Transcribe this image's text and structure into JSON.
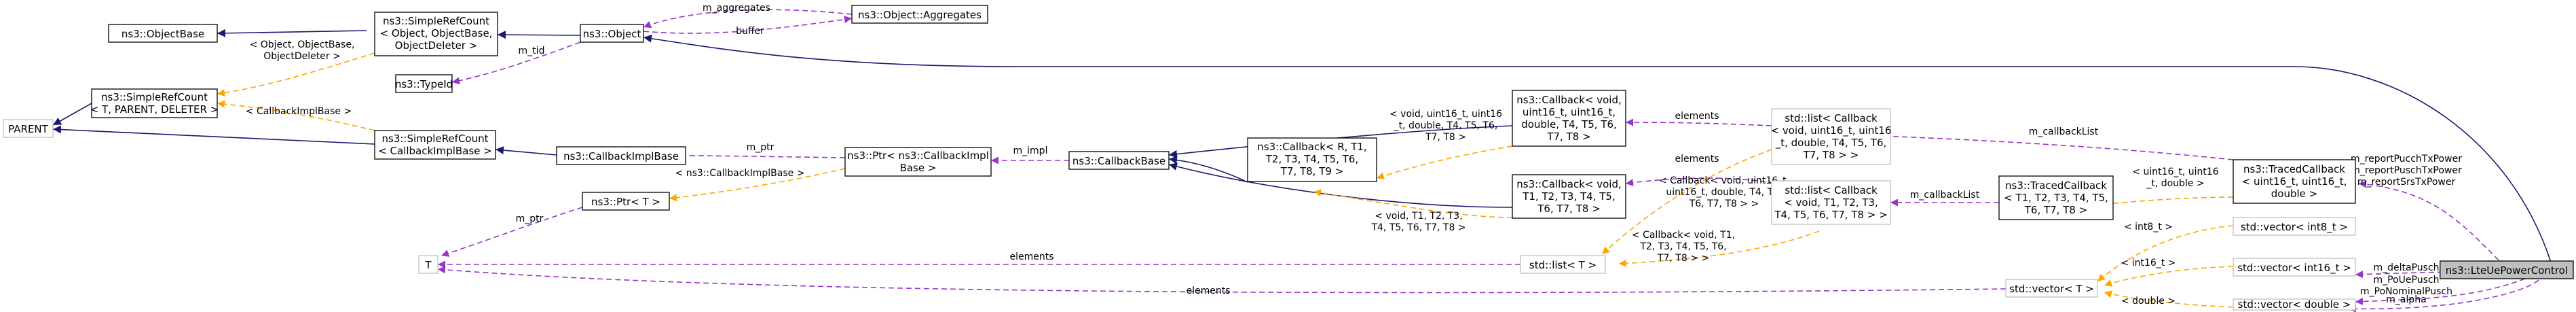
{
  "colors": {
    "inheritance": "#191970",
    "usage": "#9a32cd",
    "template": "#ffa500",
    "focus_fill": "#bfbfbf",
    "faint_border": "#bfbfbf"
  },
  "nodes": {
    "parent": [
      "PARENT"
    ],
    "object_base": [
      "ns3::ObjectBase"
    ],
    "simple_ref_count_object": [
      "ns3::SimpleRefCount",
      "< Object, ObjectBase,",
      "ObjectDeleter >"
    ],
    "object": [
      "ns3::Object"
    ],
    "aggregates": [
      "ns3::Object::Aggregates"
    ],
    "type_id": [
      "ns3::TypeId"
    ],
    "simple_ref_count_template": [
      "ns3::SimpleRefCount",
      "< T, PARENT, DELETER >"
    ],
    "simple_ref_count_cbimpl": [
      "ns3::SimpleRefCount",
      "< CallbackImplBase >"
    ],
    "callback_impl_base": [
      "ns3::CallbackImplBase"
    ],
    "ptr_cbimpl": [
      "ns3::Ptr< ns3::CallbackImpl",
      "Base >"
    ],
    "ptr_t": [
      "ns3::Ptr< T >"
    ],
    "callback_base": [
      "ns3::CallbackBase"
    ],
    "callback_template": [
      "ns3::Callback< R, T1,",
      "T2, T3, T4, T5, T6,",
      "T7, T8, T9 >"
    ],
    "callback_void_uint16": [
      "ns3::Callback< void,",
      "uint16_t, uint16_t,",
      "double, T4, T5, T6,",
      "T7, T8 >"
    ],
    "callback_void_t1": [
      "ns3::Callback< void,",
      "T1, T2, T3, T4, T5,",
      "T6, T7, T8 >"
    ],
    "t_param": [
      "T"
    ],
    "list_t": [
      "std::list< T >"
    ],
    "list_callback_uint16": [
      "std::list< Callback",
      "< void, uint16_t, uint16",
      "_t, double, T4, T5, T6,",
      "T7, T8 > >"
    ],
    "list_callback_t1": [
      "std::list< Callback",
      "< void, T1, T2, T3,",
      "T4, T5, T6, T7, T8 > >"
    ],
    "traced_callback_template": [
      "ns3::TracedCallback",
      "< T1, T2, T3, T4, T5,",
      "T6, T7, T8 >"
    ],
    "vector_t": [
      "std::vector< T >"
    ],
    "traced_callback_uint16": [
      "ns3::TracedCallback",
      "< uint16_t, uint16_t,",
      "double >"
    ],
    "vector_int8": [
      "std::vector< int8_t >"
    ],
    "vector_int16": [
      "std::vector< int16_t >"
    ],
    "vector_double": [
      "std::vector< double >"
    ],
    "lte_ue_power_control": [
      "ns3::LteUePowerControl"
    ]
  },
  "edge_labels": {
    "m_aggregates": [
      "m_aggregates"
    ],
    "buffer": [
      "buffer"
    ],
    "m_tid": [
      "m_tid"
    ],
    "object_deleter": [
      "< Object, ObjectBase,",
      "ObjectDeleter >"
    ],
    "cbimpl_base": [
      "< CallbackImplBase >"
    ],
    "m_ptr_cbimpl": [
      "m_ptr"
    ],
    "ns3_cbimpl": [
      "< ns3::CallbackImplBase >"
    ],
    "m_impl": [
      "m_impl"
    ],
    "m_ptr_t": [
      "m_ptr"
    ],
    "cb_uint16_template": [
      "< void, uint16_t, uint16",
      "_t, double, T4, T5, T6,",
      "T7, T8 >"
    ],
    "cb_t1_template": [
      "< void, T1, T2, T3,",
      "T4, T5, T6, T7, T8 >"
    ],
    "elements_uint16": [
      "elements"
    ],
    "elements_t1": [
      "elements"
    ],
    "list_t_template": [
      "< Callback< void, uint16_t,",
      "uint16_t, double, T4, T5,",
      "T6, T7, T8 > >"
    ],
    "list_t1_template": [
      "< Callback< void, T1,",
      "T2, T3, T4, T5, T6,",
      "T7, T8 > >"
    ],
    "elements_list": [
      "elements"
    ],
    "elements_vector": [
      "elements"
    ],
    "m_callback_list_uint16": [
      "m_callbackList"
    ],
    "m_callback_list_t1": [
      "m_callbackList"
    ],
    "traced_template": [
      "< uint16_t, uint16",
      "_t, double >"
    ],
    "int8_template": [
      "< int8_t >"
    ],
    "int16_template": [
      "< int16_t >"
    ],
    "double_template": [
      "< double >"
    ],
    "report_labels": [
      "m_reportPucchTxPower",
      "m_reportPuschTxPower",
      "m_reportSrsTxPower"
    ],
    "m_delta_pusch": [
      "m_deltaPusch"
    ],
    "m_po_labels": [
      "m_PoUePusch",
      "m_PoNominalPusch"
    ],
    "m_alpha": [
      "m_alpha"
    ]
  }
}
